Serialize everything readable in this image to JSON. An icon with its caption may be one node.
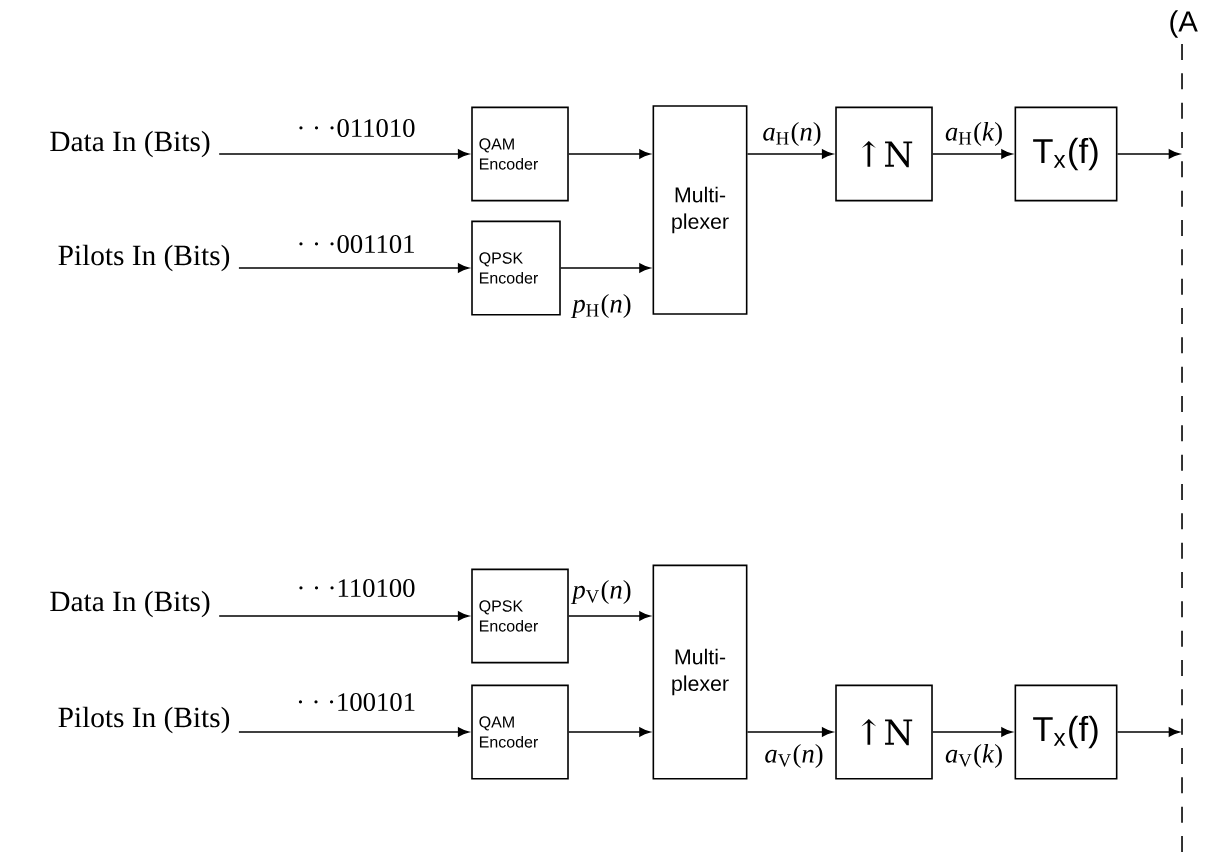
{
  "diagram": {
    "nodes": [
      {
        "text": [
          "Data In (Bits)"
        ]
      },
      {
        "text": [
          "Pilots In (Bits)"
        ]
      },
      {
        "text": [
          "QAM Encoder"
        ]
      },
      {
        "text": [
          "QPSK Encoder"
        ]
      },
      {
        "text": [
          "Multi-plexer"
        ]
      },
      {
        "text": [
          "↑N"
        ]
      },
      {
        "text": [
          "T$_{x}$(f)"
        ]
      },
      {
        "text": [
          "Data In (Bits)"
        ]
      },
      {
        "text": [
          "Pilots In (Bits)"
        ]
      },
      {
        "text": [
          "QPSK Encoder"
        ]
      },
      {
        "text": [
          "QAM Encoder"
        ]
      },
      {
        "text": [
          "Multi-plexer"
        ]
      },
      {
        "text": [
          "↑N"
        ]
      },
      {
        "text": [
          "T$_{x}$(f)"
        ]
      }
    ],
    "edges": [
      {
        "from": 0,
        "to": 2,
        "arrow": "to",
        "label": "· · ·011010"
      },
      {
        "from": 1,
        "to": 3,
        "arrow": "to",
        "label": "· · ·001101"
      },
      {
        "from": 2,
        "to": 4,
        "arrow": "to"
      },
      {
        "from": 3,
        "to": 4,
        "arrow": "to",
        "label": "*p*$_{H}$(*n*)"
      },
      {
        "from": 4,
        "to": 5,
        "arrow": "to",
        "label": "*a*$_{H}$(*n*)"
      },
      {
        "from": 5,
        "to": 6,
        "arrow": "to",
        "label": "*a*$_{H}$(*k*)"
      },
      {
        "from": 6,
        "to": null,
        "arrow": "to"
      },
      {
        "from": 7,
        "to": 9,
        "arrow": "to",
        "label": "· · ·110100"
      },
      {
        "from": 8,
        "to": 10,
        "arrow": "to",
        "label": "· · ·100101"
      },
      {
        "from": 9,
        "to": 11,
        "arrow": "to",
        "label": "*p*$_{V}$(*n*)"
      },
      {
        "from": 10,
        "to": 11,
        "arrow": "to"
      },
      {
        "from": 11,
        "to": 12,
        "arrow": "to",
        "label": "*a*$_{V}$(*n*)"
      },
      {
        "from": 12,
        "to": 13,
        "arrow": "to",
        "label": "*a*$_{V}$(*k*)"
      },
      {
        "from": 13,
        "to": null,
        "arrow": "to"
      }
    ],
    "labels": [
      "(A"
    ]
  }
}
